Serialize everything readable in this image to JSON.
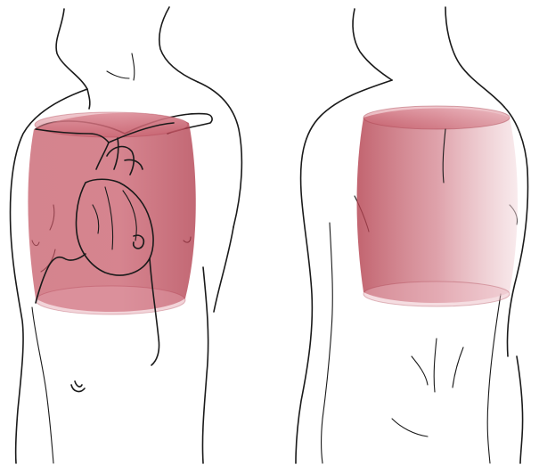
{
  "figure": {
    "views": [
      {
        "id": "front",
        "description_name": "front-torso-view"
      },
      {
        "id": "back",
        "description_name": "back-torso-view"
      }
    ],
    "colors": {
      "volume_fill_dark": "#b4404e",
      "volume_fill_light": "#f3d9dd",
      "outline": "#1a1a1a",
      "background": "#ffffff"
    }
  }
}
